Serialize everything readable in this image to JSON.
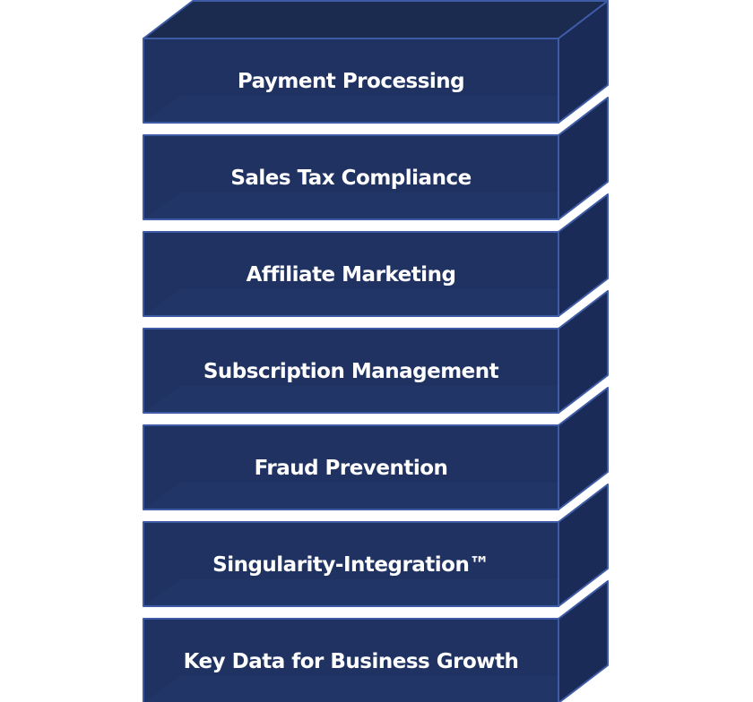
{
  "layers": [
    {
      "label": "Payment Processing"
    },
    {
      "label": "Sales Tax Compliance"
    },
    {
      "label": "Affiliate Marketing"
    },
    {
      "label": "Subscription Management"
    },
    {
      "label": "Fraud Prevention"
    },
    {
      "label": "Singularity-Integration™"
    },
    {
      "label": "Key Data for Business Growth"
    }
  ],
  "colors": {
    "front": "#1f3261",
    "front_inner": "#233a6b",
    "side": "#1a2b57",
    "top": "#1b2a4f",
    "edge": "#3e5ba6",
    "text": "#ffffff"
  }
}
